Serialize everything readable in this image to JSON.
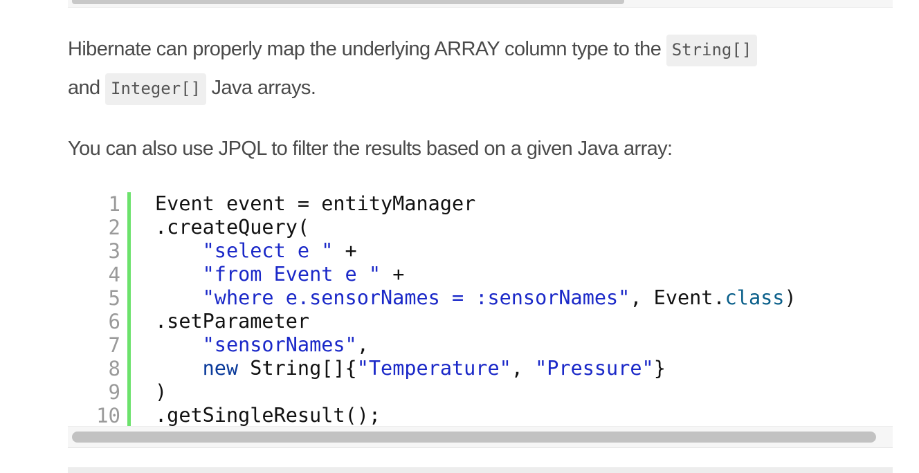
{
  "content": {
    "para1": {
      "text_a": "Hibernate can properly map the underlying ARRAY column type to the ",
      "code_a": "String[]",
      "text_b": "and ",
      "code_b": "Integer[]",
      "text_c": " Java arrays."
    },
    "para2": {
      "text": "You can also use JPQL to filter the results based on a given Java array:"
    }
  },
  "code": {
    "line_numbers": [
      "1",
      "2",
      "3",
      "4",
      "5",
      "6",
      "7",
      "8",
      "9",
      "10"
    ],
    "lines": [
      [
        {
          "t": "Event event = entityManager",
          "c": "plain"
        }
      ],
      [
        {
          "t": ".createQuery(",
          "c": "plain"
        }
      ],
      [
        {
          "t": "    ",
          "c": "plain"
        },
        {
          "t": "\"select e \"",
          "c": "str"
        },
        {
          "t": " +",
          "c": "plain"
        }
      ],
      [
        {
          "t": "    ",
          "c": "plain"
        },
        {
          "t": "\"from Event e \"",
          "c": "str"
        },
        {
          "t": " +",
          "c": "plain"
        }
      ],
      [
        {
          "t": "    ",
          "c": "plain"
        },
        {
          "t": "\"where e.sensorNames = :sensorNames\"",
          "c": "str"
        },
        {
          "t": ", Event.",
          "c": "plain"
        },
        {
          "t": "class",
          "c": "kw"
        },
        {
          "t": ")",
          "c": "plain"
        }
      ],
      [
        {
          "t": ".setParameter",
          "c": "plain"
        }
      ],
      [
        {
          "t": "    ",
          "c": "plain"
        },
        {
          "t": "\"sensorNames\"",
          "c": "str"
        },
        {
          "t": ",",
          "c": "plain"
        }
      ],
      [
        {
          "t": "    ",
          "c": "plain"
        },
        {
          "t": "new",
          "c": "kw2"
        },
        {
          "t": " String[]{",
          "c": "plain"
        },
        {
          "t": "\"Temperature\"",
          "c": "str"
        },
        {
          "t": ", ",
          "c": "plain"
        },
        {
          "t": "\"Pressure\"",
          "c": "str"
        },
        {
          "t": "}",
          "c": "plain"
        }
      ],
      [
        {
          "t": ")",
          "c": "plain"
        }
      ],
      [
        {
          "t": ".getSingleResult();",
          "c": "plain"
        }
      ]
    ]
  },
  "colors": {
    "gutter_bar": "#6ce26c",
    "string": "#1a28c8",
    "keyword": "#0a5f8a",
    "body_text": "#4a4a4a"
  }
}
